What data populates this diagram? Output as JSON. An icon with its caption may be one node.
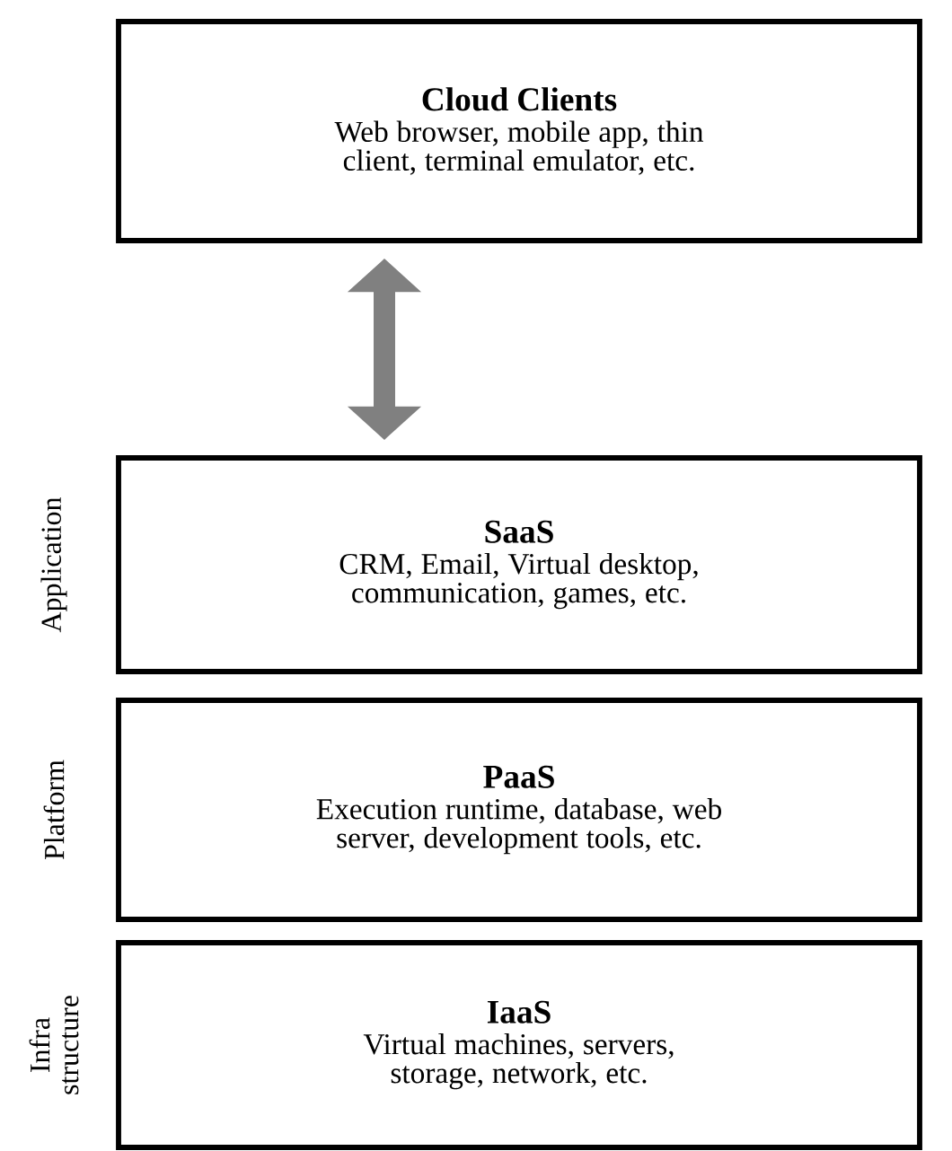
{
  "diagram": {
    "nodes": [
      {
        "text": [
          "Cloud Clients",
          "Web browser, mobile app, thin client, terminal emulator, etc."
        ]
      },
      {
        "text": [
          "SaaS",
          "CRM, Email, Virtual desktop, communication, games, etc."
        ],
        "beside": [
          "Application"
        ]
      },
      {
        "text": [
          "PaaS",
          "Execution runtime, database, web server, development tools, etc."
        ],
        "beside": [
          "Platform"
        ]
      },
      {
        "text": [
          "IaaS",
          "Virtual machines, servers, storage, network, etc."
        ],
        "beside": [
          "Infra structure"
        ]
      }
    ],
    "edges": [
      {
        "from": 0,
        "to": 1,
        "arrow": "both"
      }
    ]
  }
}
